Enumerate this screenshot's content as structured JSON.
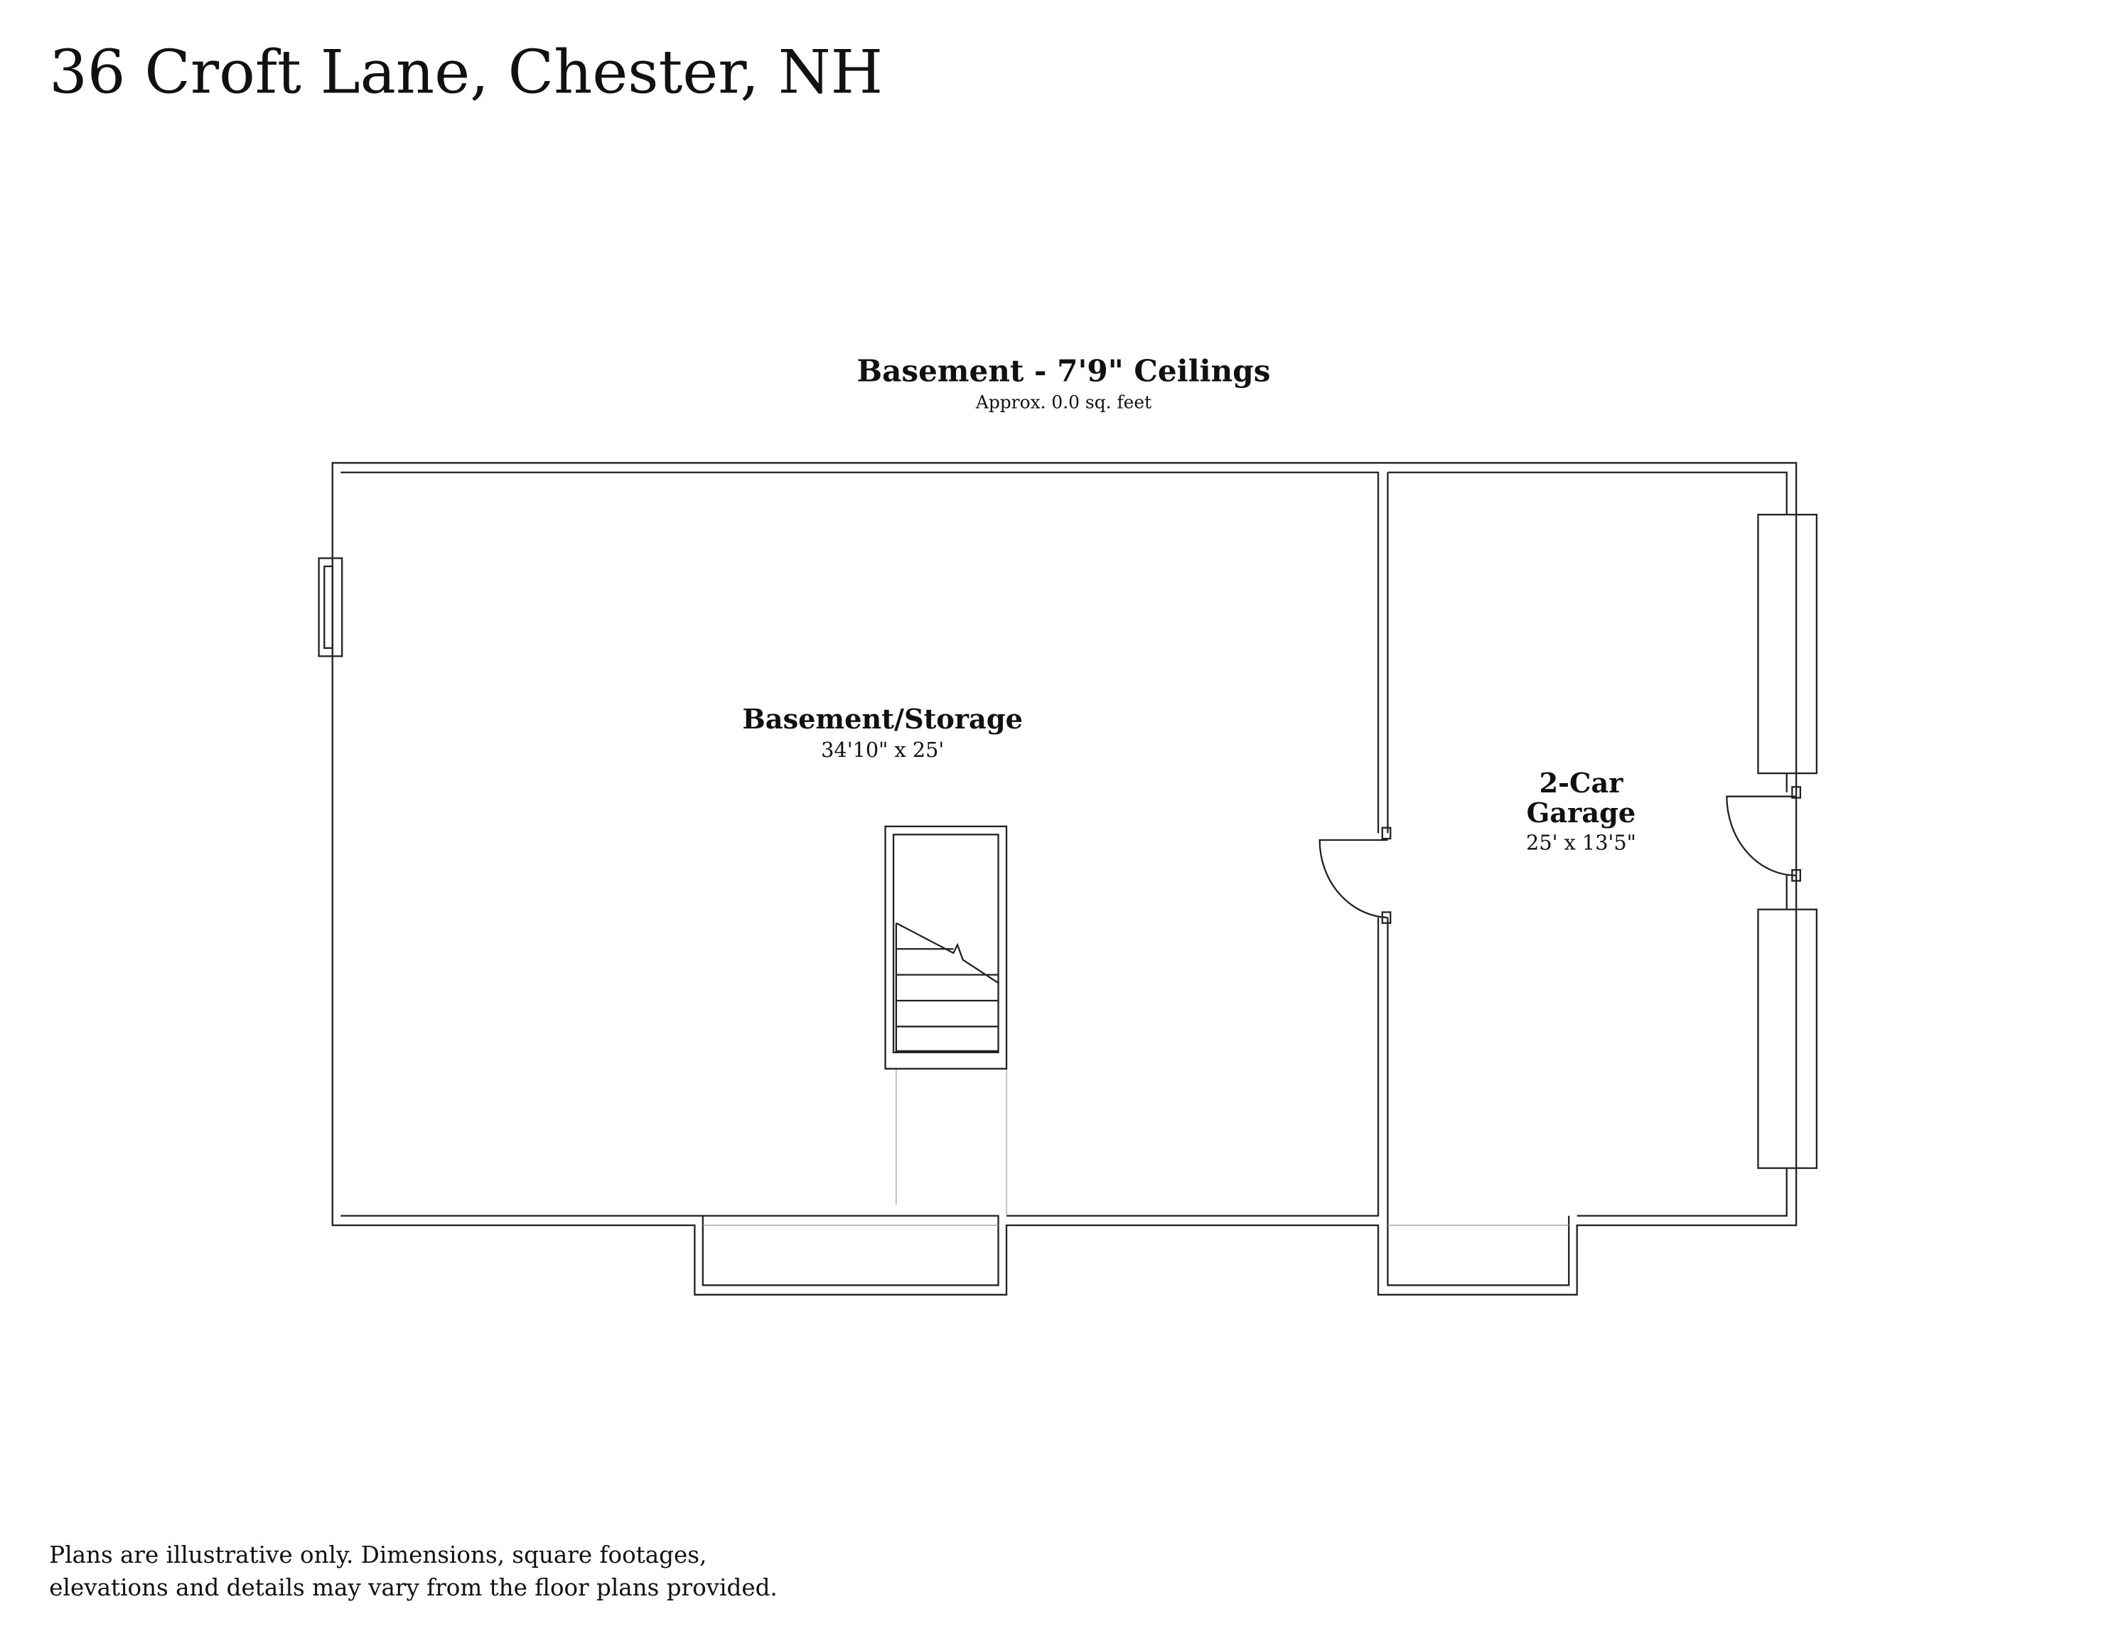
{
  "title": "36 Croft Lane, Chester, NH",
  "floor": {
    "heading": "Basement - 7'9\" Ceilings",
    "area": "Approx. 0.0 sq. feet"
  },
  "rooms": [
    {
      "name": "Basement/Storage",
      "dims": "34'10\" x 25'"
    },
    {
      "name_line1": "2-Car",
      "name_line2": "Garage",
      "dims": "25' x 13'5\""
    }
  ],
  "disclaimer": {
    "line1": "Plans are illustrative only. Dimensions, square footages,",
    "line2": "elevations and details may vary from the floor plans provided."
  }
}
